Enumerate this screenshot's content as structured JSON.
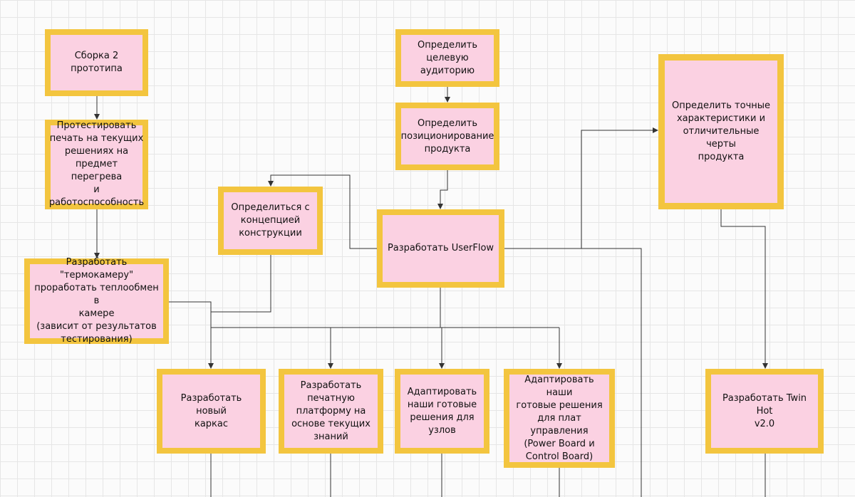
{
  "diagram": {
    "nodes": {
      "prototype": "Сборка 2 прототипа",
      "test": "Протестировать\nпечать на текущих\nрешениях на\nпредмет перегрева\nи\nработоспособность",
      "thermo": "Разработать \"термокамеру\"\nпроработать теплообмен в\nкамере\n(зависит от результатов\nтестирования)",
      "audience": "Определить целевую\nаудиторию",
      "positioning": "Определить\nпозиционирование\nпродукта",
      "userflow": "Разработать UserFlow",
      "concept": "Определиться с\nконцепцией\nконструкции",
      "specs": "Определить точные\nхарактеристики и\nотличительные черты\nпродукта",
      "frame": "Разработать новый\nкаркас",
      "platform": "Разработать\nпечатную\nплатформу на\nоснове текущих\nзнаний",
      "nodes": "Адаптировать\nнаши готовые\nрешения для\nузлов",
      "boards": "Адаптировать наши\nготовые решения\nдля плат управления\n(Power Board и\nControl Board)",
      "twinhot": "Разработать Twin Hot\nv2.0"
    },
    "colors": {
      "node_fill": "#fbd1e2",
      "node_border": "#f3c53f",
      "connector": "#333333"
    }
  }
}
